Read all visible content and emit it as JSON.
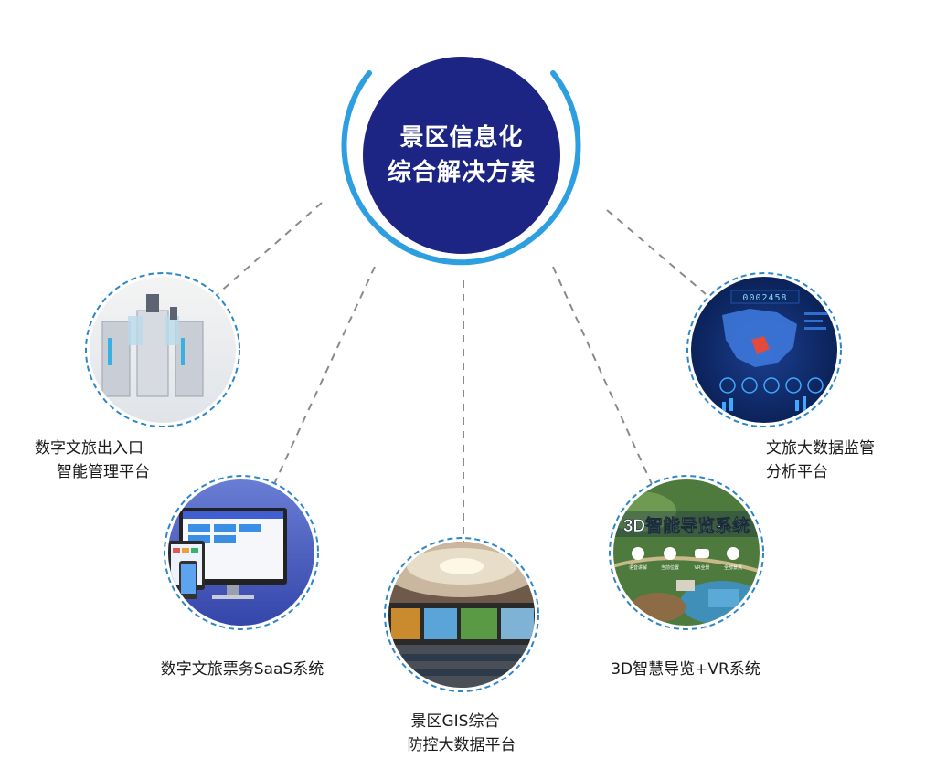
{
  "center": {
    "line1": "景区信息化",
    "line2": "综合解决方案",
    "color": "#1c2484",
    "ring_color": "#2d9fe0"
  },
  "nodes": [
    {
      "id": "gate",
      "lines": [
        "数字文旅出入口",
        "智能管理平台"
      ],
      "image": "gate-machine-illustration"
    },
    {
      "id": "ticket",
      "lines": [
        "数字文旅票务SaaS系统"
      ],
      "image": "saas-devices-illustration"
    },
    {
      "id": "gis",
      "lines": [
        "景区GIS综合",
        "防控大数据平台"
      ],
      "image": "control-room-illustration"
    },
    {
      "id": "guide",
      "lines": [
        "3D智慧导览+VR系统"
      ],
      "image": "3d-guide-map-illustration",
      "banner": "3D智能导览系统",
      "icons": [
        "语音讲解",
        "当前位置",
        "VR全景",
        "全部景点"
      ]
    },
    {
      "id": "data",
      "lines": [
        "文旅大数据监管",
        "分析平台"
      ],
      "image": "big-data-screen-illustration",
      "counter": "0002458"
    }
  ],
  "colors": {
    "dashed_ring": "#2d86c8",
    "connector": "#8a8a8a"
  }
}
